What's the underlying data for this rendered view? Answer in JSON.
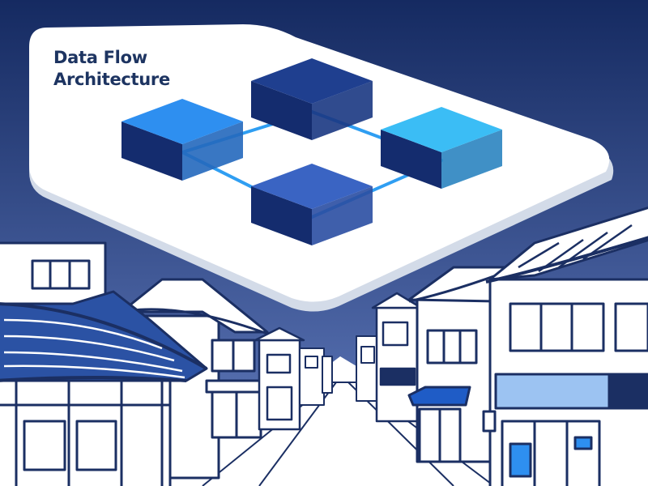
{
  "diagram": {
    "title_line1": "Data Flow",
    "title_line2": "Architecture",
    "colors": {
      "sky_top": "#152a61",
      "sky_bottom": "#4f68a8",
      "card": "#ffffff",
      "card_edge": "#d3dbe8",
      "connector": "#2f9ef2",
      "node_top": "#1f3f8f",
      "node_left": "#2e8ff0",
      "node_right": "#3bbdf5",
      "node_bottom": "#3a64c3",
      "node_side": "#142c6e",
      "roof_tile": "#2b52a4",
      "line_art": "#1b2f63",
      "awning": "#1f5cc6",
      "sign": "#9cc3f2"
    },
    "nodes": [
      {
        "id": "top",
        "icon": "cube-icon"
      },
      {
        "id": "left",
        "icon": "cube-icon"
      },
      {
        "id": "right",
        "icon": "cube-icon"
      },
      {
        "id": "bottom",
        "icon": "cube-icon"
      }
    ],
    "edges": [
      {
        "from": "left",
        "to": "top"
      },
      {
        "from": "top",
        "to": "right"
      },
      {
        "from": "left",
        "to": "bottom"
      },
      {
        "from": "bottom",
        "to": "right"
      }
    ]
  }
}
